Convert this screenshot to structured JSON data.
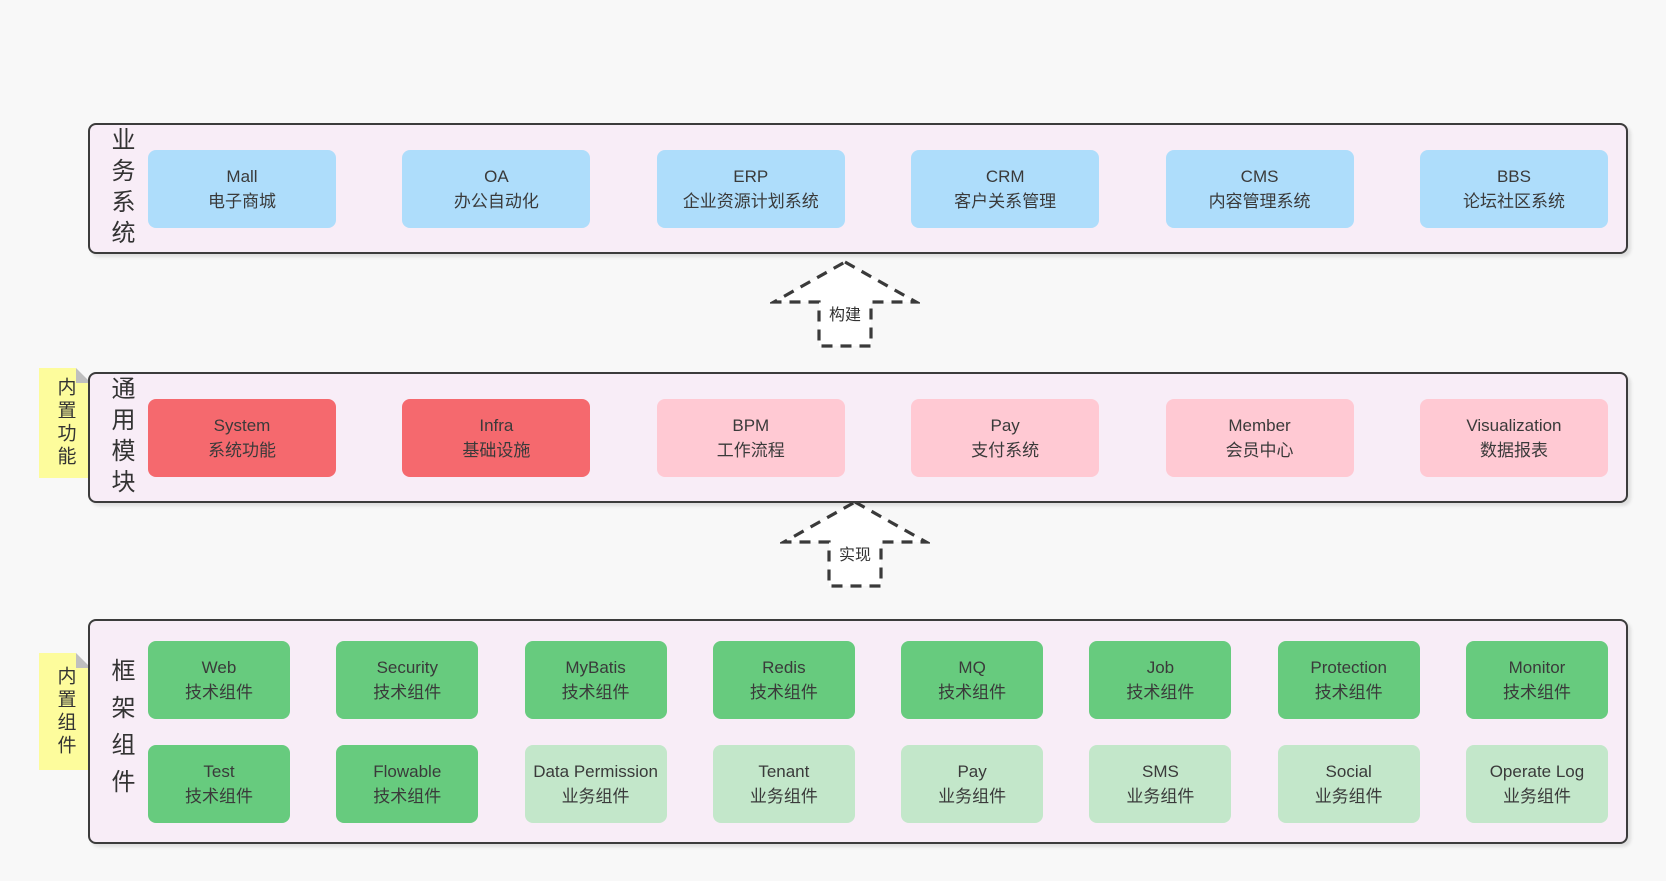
{
  "colors": {
    "page_bg": "#f8f8f8",
    "band_bg": "#f8edf7",
    "band_border": "#3c3c3c",
    "note_bg": "#fdfc9c",
    "note_fold": "#bfbfbf",
    "text": "#3a3a3a",
    "blue": "#aeddfb",
    "red": "#f5696e",
    "pink": "#ffc9d3",
    "green_dark": "#67cb7e",
    "green_light": "#c3e7ca"
  },
  "arrows": [
    {
      "label": "构建"
    },
    {
      "label": "实现"
    }
  ],
  "bands": [
    {
      "id": "business",
      "label": "业务系统",
      "note": null,
      "rows": [
        [
          {
            "name": "Mall",
            "desc": "电子商城",
            "color": "blue"
          },
          {
            "name": "OA",
            "desc": "办公自动化",
            "color": "blue"
          },
          {
            "name": "ERP",
            "desc": "企业资源计划系统",
            "color": "blue"
          },
          {
            "name": "CRM",
            "desc": "客户关系管理",
            "color": "blue"
          },
          {
            "name": "CMS",
            "desc": "内容管理系统",
            "color": "blue"
          },
          {
            "name": "BBS",
            "desc": "论坛社区系统",
            "color": "blue"
          }
        ]
      ]
    },
    {
      "id": "modules",
      "label": "通用模块",
      "note": "内置功能",
      "rows": [
        [
          {
            "name": "System",
            "desc": "系统功能",
            "color": "red"
          },
          {
            "name": "Infra",
            "desc": "基础设施",
            "color": "red"
          },
          {
            "name": "BPM",
            "desc": "工作流程",
            "color": "pink"
          },
          {
            "name": "Pay",
            "desc": "支付系统",
            "color": "pink"
          },
          {
            "name": "Member",
            "desc": "会员中心",
            "color": "pink"
          },
          {
            "name": "Visualization",
            "desc": "数据报表",
            "color": "pink"
          }
        ]
      ]
    },
    {
      "id": "components",
      "label": "框架组件",
      "note": "内置组件",
      "rows": [
        [
          {
            "name": "Web",
            "desc": "技术组件",
            "color": "green_dark"
          },
          {
            "name": "Security",
            "desc": "技术组件",
            "color": "green_dark"
          },
          {
            "name": "MyBatis",
            "desc": "技术组件",
            "color": "green_dark"
          },
          {
            "name": "Redis",
            "desc": "技术组件",
            "color": "green_dark"
          },
          {
            "name": "MQ",
            "desc": "技术组件",
            "color": "green_dark"
          },
          {
            "name": "Job",
            "desc": "技术组件",
            "color": "green_dark"
          },
          {
            "name": "Protection",
            "desc": "技术组件",
            "color": "green_dark"
          },
          {
            "name": "Monitor",
            "desc": "技术组件",
            "color": "green_dark"
          }
        ],
        [
          {
            "name": "Test",
            "desc": "技术组件",
            "color": "green_dark"
          },
          {
            "name": "Flowable",
            "desc": "技术组件",
            "color": "green_dark"
          },
          {
            "name": "Data Permission",
            "desc": "业务组件",
            "color": "green_light"
          },
          {
            "name": "Tenant",
            "desc": "业务组件",
            "color": "green_light"
          },
          {
            "name": "Pay",
            "desc": "业务组件",
            "color": "green_light"
          },
          {
            "name": "SMS",
            "desc": "业务组件",
            "color": "green_light"
          },
          {
            "name": "Social",
            "desc": "业务组件",
            "color": "green_light"
          },
          {
            "name": "Operate Log",
            "desc": "业务组件",
            "color": "green_light"
          }
        ]
      ]
    }
  ]
}
